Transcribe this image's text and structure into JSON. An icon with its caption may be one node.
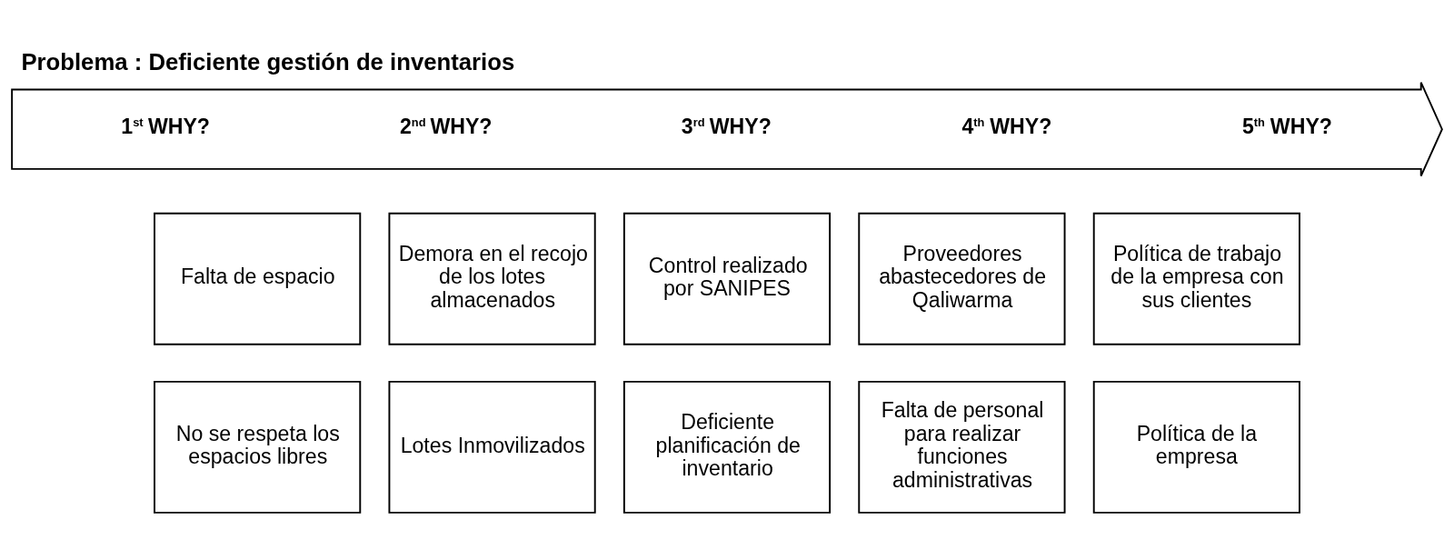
{
  "diagram": {
    "title": "Problema : Deficiente gestión de inventarios",
    "nodes": [
      {
        "text": [
          "1$^{st}$ WHY?",
          "2$^{nd}$ WHY?",
          "3$^{rd}$ WHY?",
          "4$^{th}$ WHY?",
          "5$^{th}$ WHY?"
        ]
      },
      {
        "text": [
          "Falta de espacio"
        ]
      },
      {
        "text": [
          "Demora en el recojo de los lotes almacenados"
        ]
      },
      {
        "text": [
          "Control realizado por SANIPES"
        ]
      },
      {
        "text": [
          "Proveedores abastecedores de Qaliwarma"
        ]
      },
      {
        "text": [
          "Política de trabajo de la empresa con sus clientes"
        ]
      },
      {
        "text": [
          "No se respeta los espacios libres"
        ]
      },
      {
        "text": [
          "Lotes Inmovilizados"
        ]
      },
      {
        "text": [
          "Deficiente planificación de inventario"
        ]
      },
      {
        "text": [
          "Falta de personal para realizar funciones administrativas"
        ]
      },
      {
        "text": [
          "Política de la empresa"
        ]
      }
    ],
    "edges": []
  }
}
